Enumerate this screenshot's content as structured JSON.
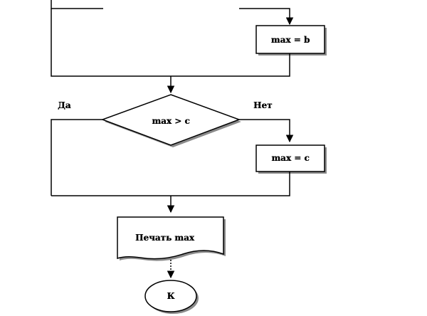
{
  "flowchart": {
    "process_max_b": "max = b",
    "decision_max_gt_c": "max > c",
    "branch_yes": "Да",
    "branch_no": "Нет",
    "process_max_c": "max = c",
    "output_print_max": "Печать max",
    "terminator_end": "К"
  },
  "colors": {
    "line": "#000000",
    "fill": "#ffffff",
    "shadow": "#8a8a8a"
  }
}
